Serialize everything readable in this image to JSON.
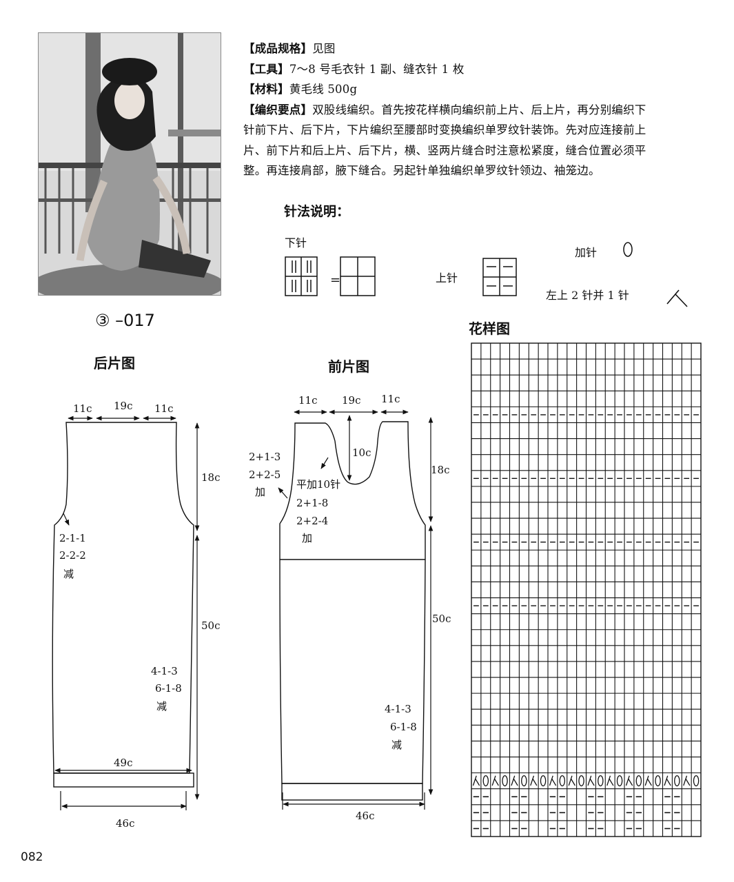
{
  "spec": {
    "size_label": "【成品规格】",
    "size_value": "见图",
    "tools_label": "【工具】",
    "tools_value": "7～8 号毛衣针 1 副、缝衣针 1 枚",
    "material_label": "【材料】",
    "material_value": "黄毛线 500g",
    "notes_label": "【编织要点】",
    "notes_lines": [
      "双股线编织。首先按花样横向编织前上片、后上片，再分别编织下",
      "针前下片、后下片，下片编织至腰部时变换编织单罗纹针装饰。先对应连接前上",
      "片、前下片和后上片、后下片，横、竖两片缝合时注意松紧度，缝合位置必须平",
      "整。再连接肩部，腋下缝合。另起针单独编织单罗纹针领边、袖笼边。"
    ]
  },
  "legend": {
    "title": "针法说明：",
    "knit": "下针",
    "purl": "上针",
    "yarn_over": "加针",
    "k2tog": "左上 2 针并 1 针",
    "equals": "="
  },
  "model_id": "③ –017",
  "chart_title": "花样图",
  "back": {
    "title": "后片图",
    "top_left": "11c",
    "top_mid": "19c",
    "top_right": "11c",
    "armhole_h": "18c",
    "body_h": "50c",
    "arm_dec": [
      "2-1-1",
      "2-2-2",
      "减"
    ],
    "side_dec": [
      "4-1-3",
      "6-1-8",
      "减"
    ],
    "width": "49c",
    "hem": "46c"
  },
  "front": {
    "title": "前片图",
    "top_left": "11c",
    "top_mid": "19c",
    "top_right": "11c",
    "neck_h": "10c",
    "armhole_h": "18c",
    "body_h": "50c",
    "left_inc": [
      "2+1-3",
      "2+2-5",
      "加"
    ],
    "mid_inc": [
      "平加10针",
      "2+1-8",
      "2+2-4",
      "加"
    ],
    "side_dec": [
      "4-1-3",
      "6-1-8",
      "减"
    ],
    "hem": "46c"
  },
  "page_number": "082"
}
